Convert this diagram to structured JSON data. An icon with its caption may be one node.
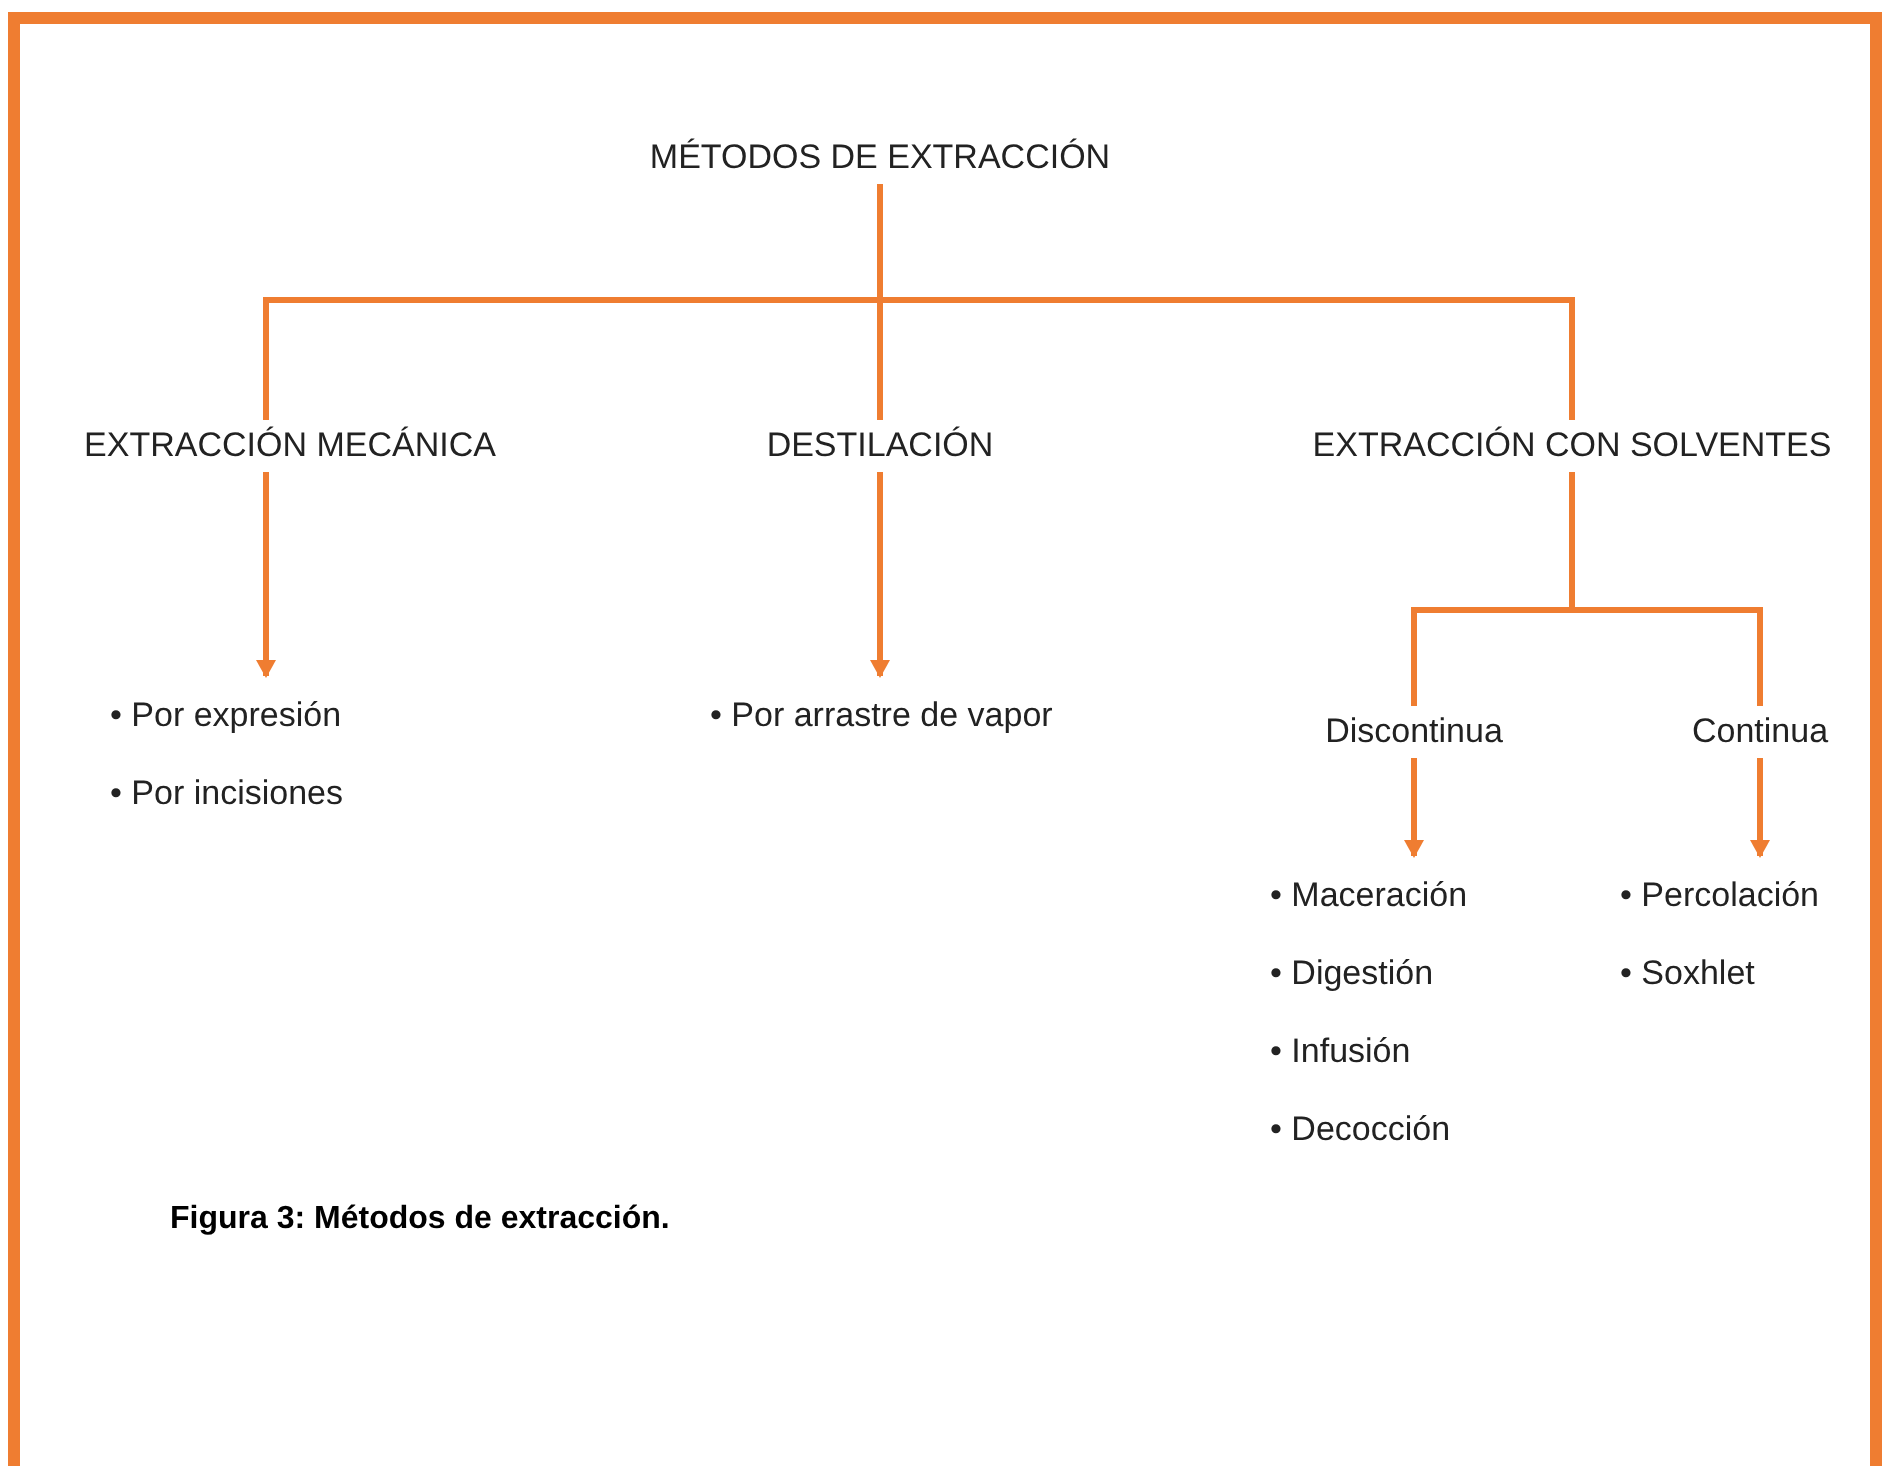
{
  "diagram": {
    "caption": "Figura 3: Métodos de extracción.",
    "nodes": [
      {
        "text": [
          "MÉTODOS DE EXTRACCIÓN"
        ]
      },
      {
        "text": [
          "EXTRACCIÓN MECÁNICA"
        ]
      },
      {
        "text": [
          "DESTILACIÓN"
        ]
      },
      {
        "text": [
          "EXTRACCIÓN CON SOLVENTES"
        ]
      },
      {
        "text": [
          "• Por expresión",
          "• Por incisiones"
        ]
      },
      {
        "text": [
          "• Por arrastre de vapor"
        ]
      },
      {
        "text": [
          "Discontinua"
        ]
      },
      {
        "text": [
          "Continua"
        ]
      },
      {
        "text": [
          "• Maceración",
          "• Digestión",
          "• Infusión",
          "• Decocción"
        ]
      },
      {
        "text": [
          "• Percolación",
          "• Soxhlet"
        ]
      }
    ],
    "edges": [
      {
        "from": 0,
        "to": 1,
        "arrow": "none"
      },
      {
        "from": 0,
        "to": 2,
        "arrow": "none"
      },
      {
        "from": 0,
        "to": 3,
        "arrow": "none"
      },
      {
        "from": 1,
        "to": 4,
        "arrow": "to"
      },
      {
        "from": 2,
        "to": 5,
        "arrow": "to"
      },
      {
        "from": 3,
        "to": 6,
        "arrow": "none"
      },
      {
        "from": 3,
        "to": 7,
        "arrow": "none"
      },
      {
        "from": 6,
        "to": 8,
        "arrow": "to"
      },
      {
        "from": 7,
        "to": 9,
        "arrow": "to"
      }
    ]
  }
}
